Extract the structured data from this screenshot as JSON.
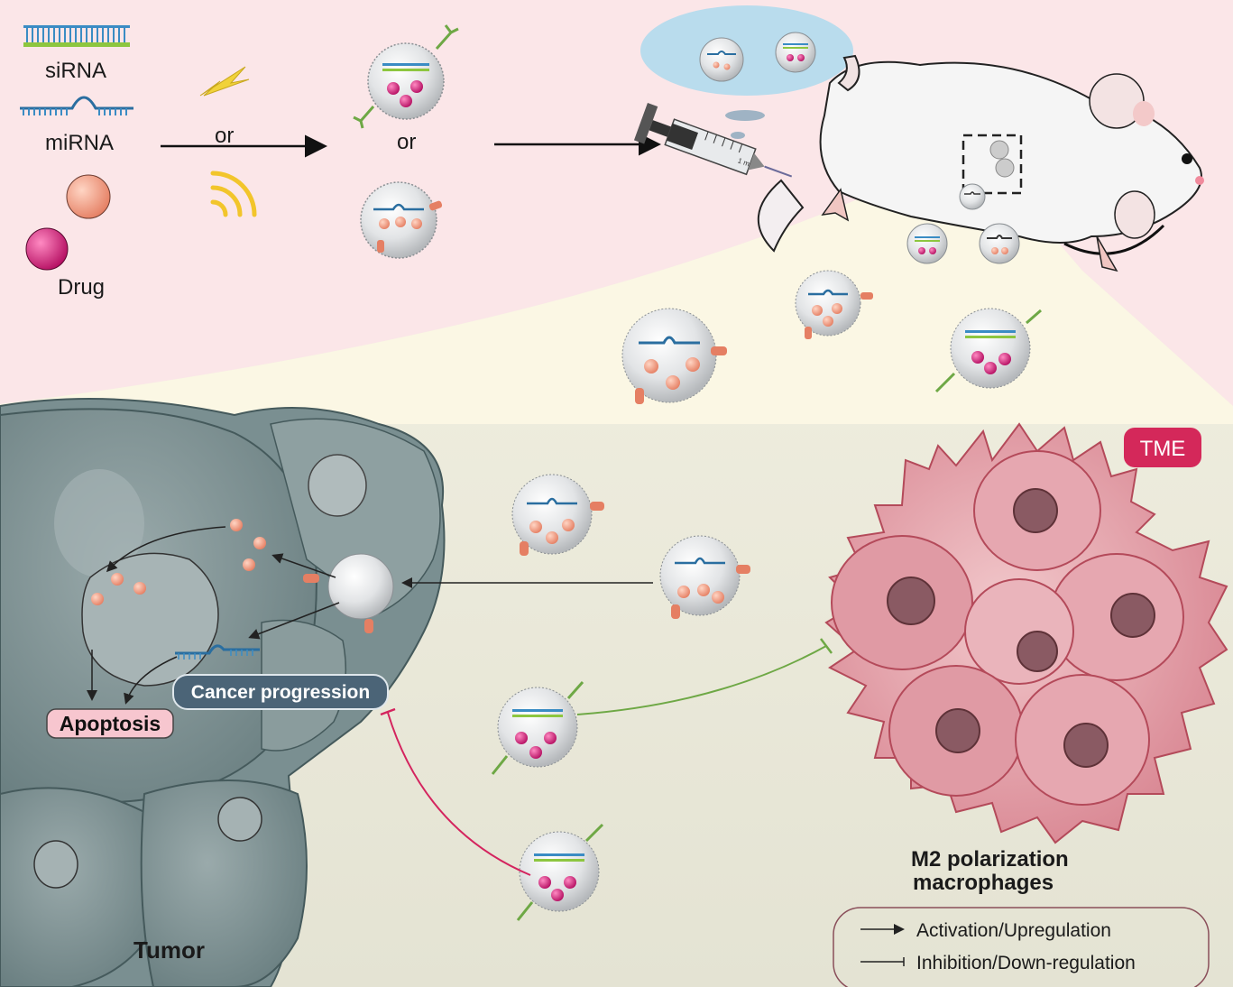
{
  "legend_top": {
    "sirna": "siRNA",
    "mirna": "miRNA",
    "drug": "Drug"
  },
  "arrow_or_1": "or",
  "arrow_or_2": "or",
  "tme_badge": "TME",
  "apoptosis": "Apoptosis",
  "cancer_progression": "Cancer progression",
  "tumor": "Tumor",
  "macrophages": {
    "line1": "M2 polarization",
    "line2": "macrophages"
  },
  "syringe_mark": "1 ml",
  "legend_bottom": {
    "activation": "Activation/Upregulation",
    "inhibition": "Inhibition/Down-regulation"
  },
  "colors": {
    "top_bg": "#fbe6e8",
    "cone": "#fbf7e4",
    "lower_bg": "#eeeede",
    "tumor": "#6e8486",
    "tumor_light": "#90a4a5",
    "macrophage": "#d98d98",
    "macrophage_dark": "#c25565",
    "tme": "#d4285a",
    "sirna_blue": "#3a8cc4",
    "sirna_green": "#8dc63f",
    "drug_magenta": "#c8146e",
    "drug_salmon": "#ee8f74",
    "inhibit_green": "#6ea845",
    "inhibit_magenta": "#d4245e",
    "lightning": "#f1d23a",
    "ultrasound": "#f2c52b"
  }
}
